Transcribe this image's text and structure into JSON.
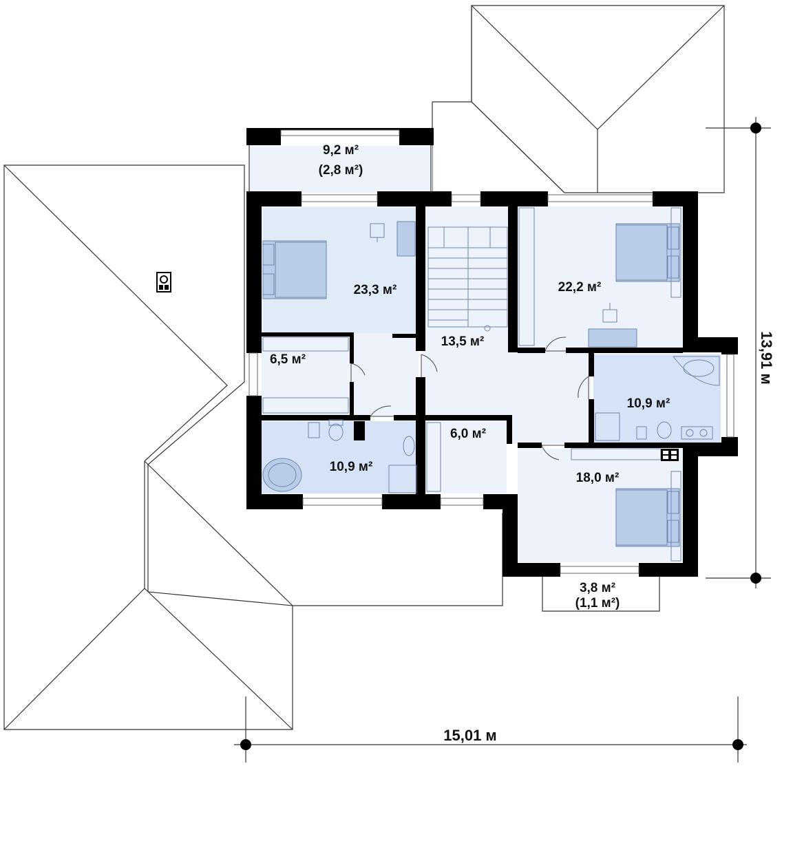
{
  "rooms": {
    "balcony_top": {
      "area": "9,2 м²",
      "area_sub": "(2,8 м²)"
    },
    "bedroom_left": {
      "area": "23,3 м²"
    },
    "bedroom_right": {
      "area": "22,2 м²"
    },
    "hall": {
      "area": "13,5 м²"
    },
    "wardrobe_left": {
      "area": "6,5 м²"
    },
    "bathroom_left": {
      "area": "10,9 м²"
    },
    "wardrobe_mid": {
      "area": "6,0 м²"
    },
    "bathroom_right": {
      "area": "10,9 м²"
    },
    "bedroom_bottom": {
      "area": "18,0 м²"
    },
    "balcony_bottom": {
      "area": "3,8 м²",
      "area_sub": "(1,1 м²)"
    }
  },
  "dimensions": {
    "width": "15,01 м",
    "depth": "13,91 м"
  },
  "colors": {
    "wall": "#000000",
    "room_fill": "#d6e3f6",
    "furniture": "#b9cdeb",
    "roof_line": "#333333"
  }
}
